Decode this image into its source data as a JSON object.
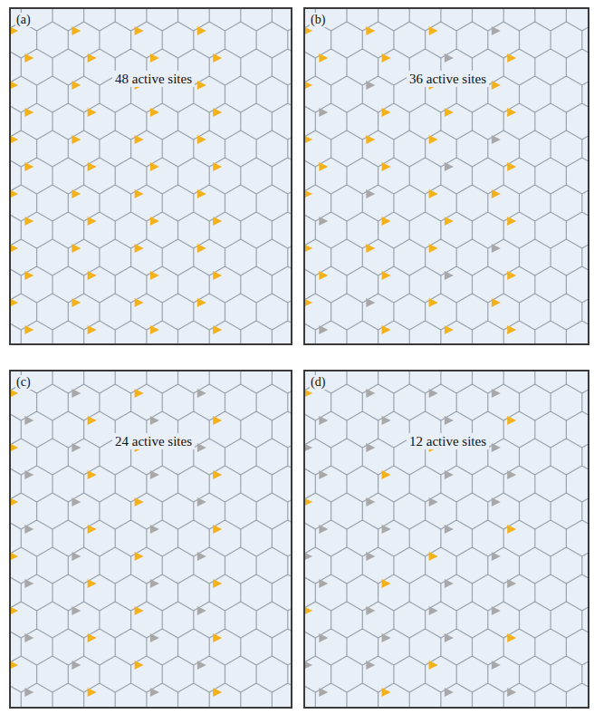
{
  "diagram": {
    "nodes": [
      {
        "text": [
          "(a)",
          "48 active sites"
        ]
      },
      {
        "text": [
          "(b)",
          "36 active sites"
        ]
      },
      {
        "text": [
          "(c)",
          "24 active sites"
        ]
      },
      {
        "text": [
          "(d)",
          "12 active sites"
        ]
      }
    ]
  }
}
